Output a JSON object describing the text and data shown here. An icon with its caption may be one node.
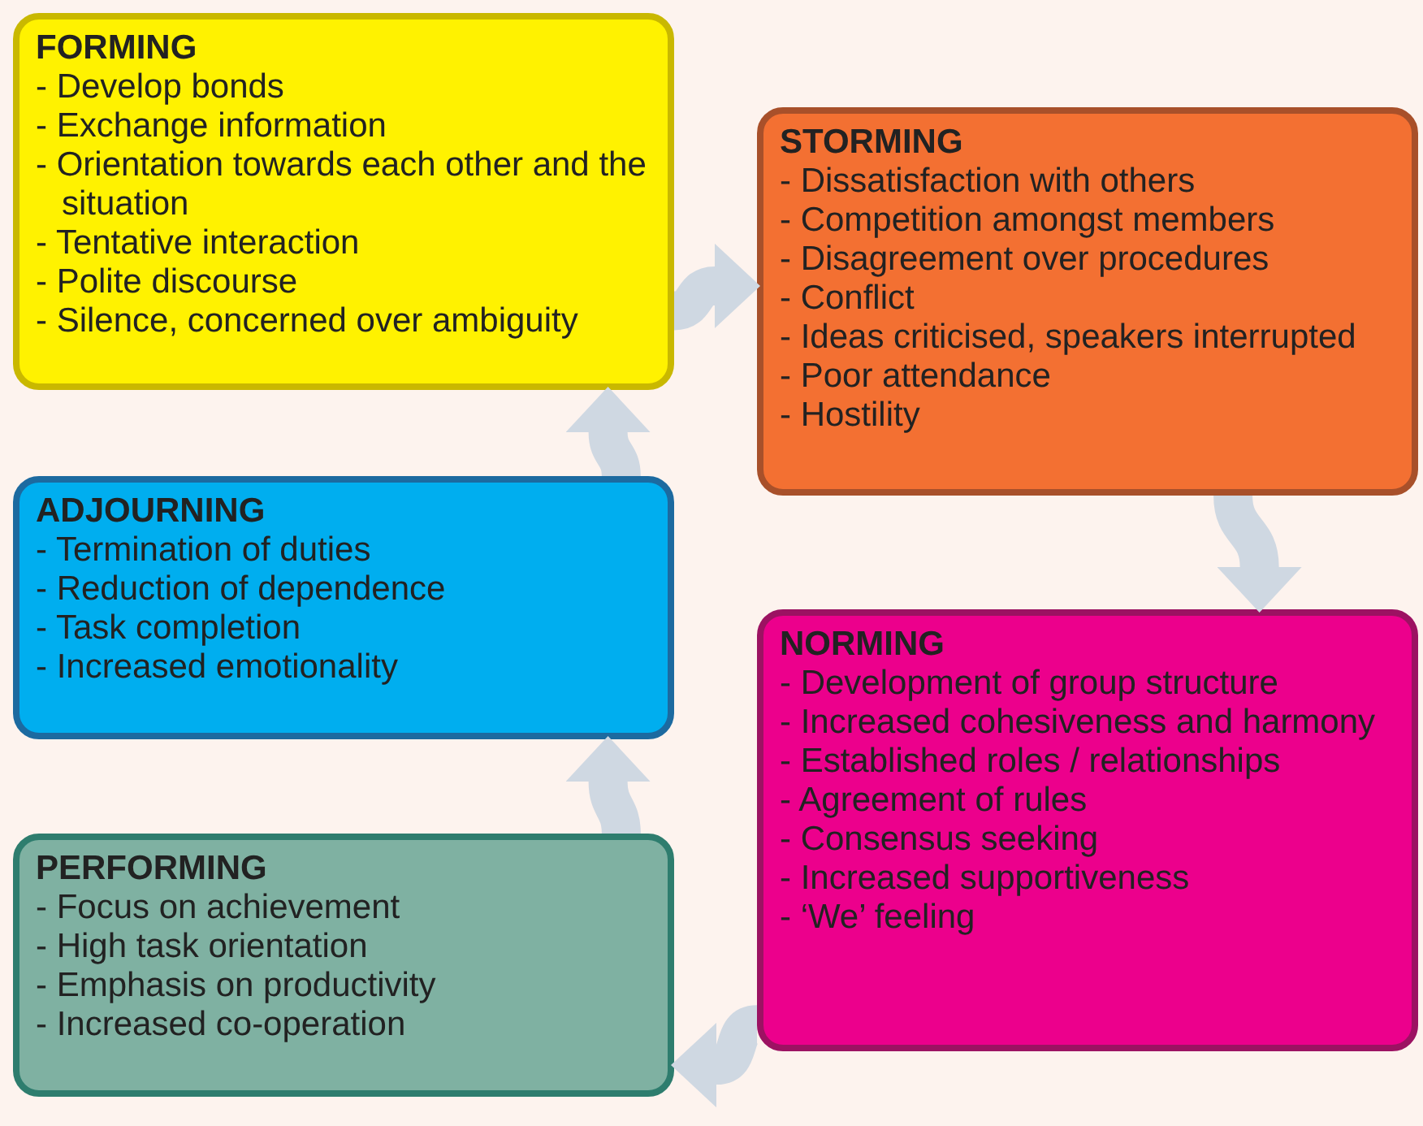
{
  "diagram": {
    "nodes": [
      {
        "text": [
          "FORMING",
          "- Develop bonds",
          "- Exchange information",
          "- Orientation towards each other and the situation",
          "- Tentative interaction",
          "- Polite discourse",
          "- Silence, concerned over ambiguity"
        ]
      },
      {
        "text": [
          "STORMING",
          "- Dissatisfaction with others",
          "- Competition amongst members",
          "- Disagreement over procedures",
          "- Conflict",
          "- Ideas criticised, speakers interrupted",
          "- Poor attendance",
          "- Hostility"
        ]
      },
      {
        "text": [
          "ADJOURNING",
          "- Termination of duties",
          "- Reduction of dependence",
          "- Task completion",
          "- Increased emotionality"
        ]
      },
      {
        "text": [
          "NORMING",
          "- Development of group structure",
          "- Increased cohesiveness and harmony",
          "- Established roles / relationships",
          "- Agreement of rules",
          "- Consensus seeking",
          "- Increased supportiveness",
          "- ‘We’ feeling"
        ]
      },
      {
        "text": [
          "PERFORMING",
          "- Focus on achievement",
          "- High task orientation",
          "- Emphasis on productivity",
          "- Increased co-operation"
        ]
      }
    ],
    "edges": [
      {
        "from": 0,
        "to": 1,
        "arrow": "to"
      },
      {
        "from": 1,
        "to": 3,
        "arrow": "to"
      },
      {
        "from": 3,
        "to": 4,
        "arrow": "to"
      },
      {
        "from": 4,
        "to": 2,
        "arrow": "to"
      },
      {
        "from": 2,
        "to": 0,
        "arrow": "to"
      }
    ]
  }
}
